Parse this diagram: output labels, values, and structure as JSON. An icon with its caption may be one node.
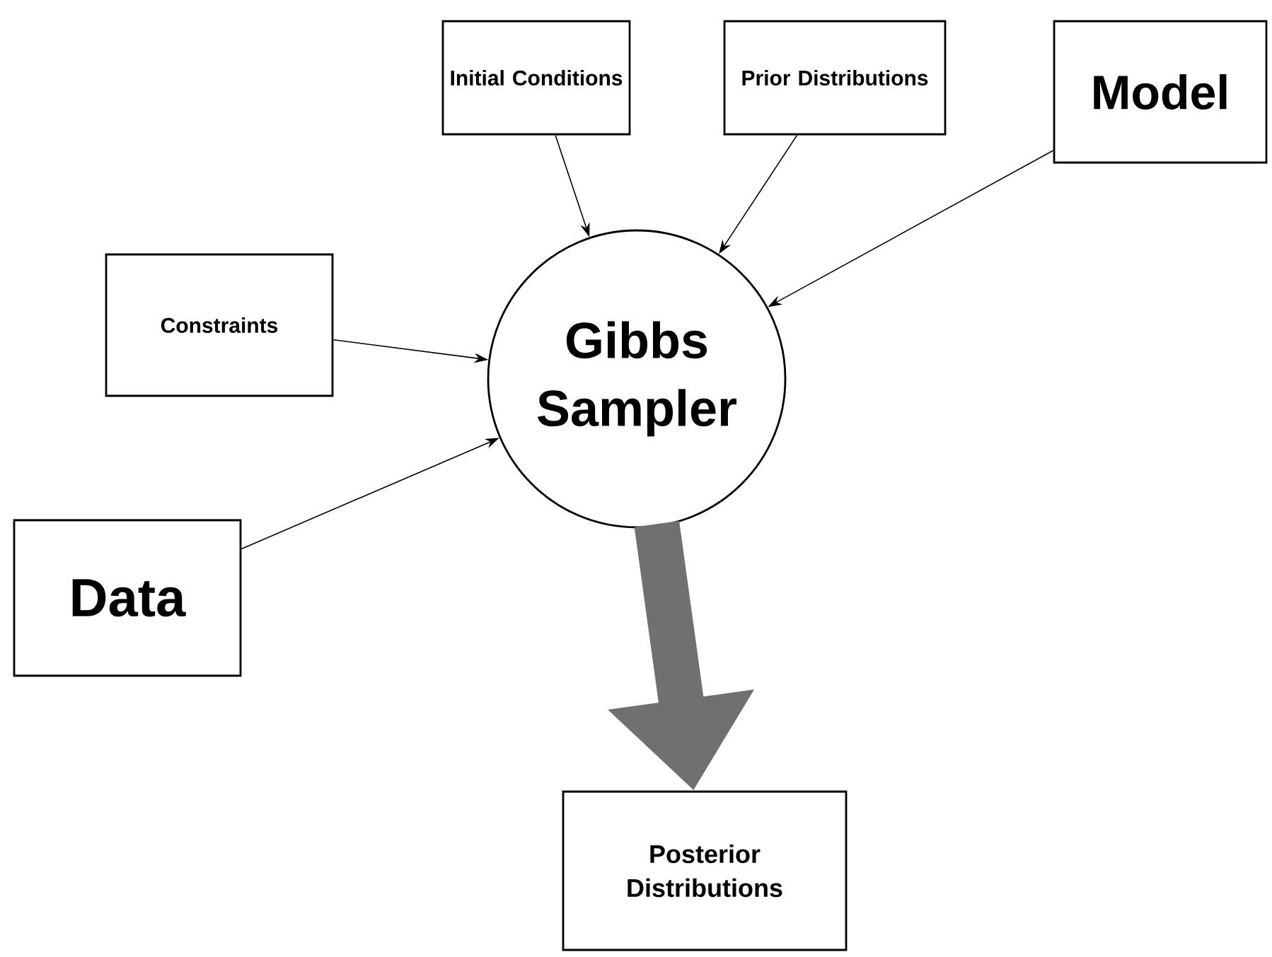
{
  "diagram": {
    "nodes": [
      {
        "text": [
          "Initial Conditions"
        ]
      },
      {
        "text": [
          "Prior Distributions"
        ]
      },
      {
        "text": [
          "Model"
        ]
      },
      {
        "text": [
          "Constraints"
        ]
      },
      {
        "text": [
          "Gibbs Sampler"
        ]
      },
      {
        "text": [
          "Data"
        ]
      },
      {
        "text": [
          "Posterior Distributions"
        ]
      }
    ],
    "edges": [
      {
        "from": 0,
        "to": 4,
        "arrow": "to"
      },
      {
        "from": 1,
        "to": 4,
        "arrow": "to"
      },
      {
        "from": 2,
        "to": 4,
        "arrow": "to"
      },
      {
        "from": 3,
        "to": 4,
        "arrow": "to"
      },
      {
        "from": 5,
        "to": 4,
        "arrow": "to"
      },
      {
        "from": 4,
        "to": 6,
        "arrow": "to",
        "style": "thick",
        "color": "#707070"
      }
    ]
  }
}
